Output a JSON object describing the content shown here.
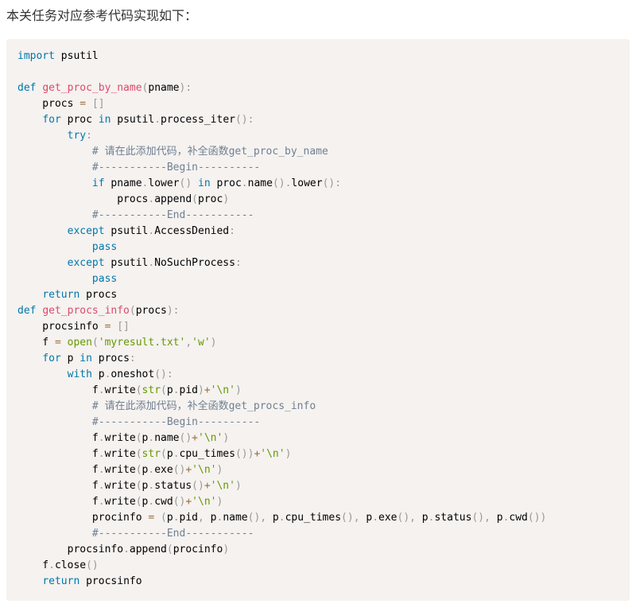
{
  "intro_text": "本关任务对应参考代码实现如下：",
  "code": {
    "language": "python",
    "lines": [
      [
        [
          "kw",
          "import"
        ],
        [
          "t",
          " psutil"
        ]
      ],
      [],
      [
        [
          "kw",
          "def"
        ],
        [
          "t",
          " "
        ],
        [
          "fn",
          "get_proc_by_name"
        ],
        [
          "pn",
          "("
        ],
        [
          "t",
          "pname"
        ],
        [
          "pn",
          "):"
        ]
      ],
      [
        [
          "t",
          "    procs "
        ],
        [
          "op",
          "="
        ],
        [
          "t",
          " "
        ],
        [
          "pn",
          "[]"
        ]
      ],
      [
        [
          "t",
          "    "
        ],
        [
          "kw",
          "for"
        ],
        [
          "t",
          " proc "
        ],
        [
          "kw",
          "in"
        ],
        [
          "t",
          " psutil"
        ],
        [
          "pn",
          "."
        ],
        [
          "t",
          "process_iter"
        ],
        [
          "pn",
          "():"
        ]
      ],
      [
        [
          "t",
          "        "
        ],
        [
          "kw",
          "try"
        ],
        [
          "pn",
          ":"
        ]
      ],
      [
        [
          "t",
          "            "
        ],
        [
          "cm",
          "# 请在此添加代码，补全函数get_proc_by_name"
        ]
      ],
      [
        [
          "t",
          "            "
        ],
        [
          "cm",
          "#-----------Begin----------"
        ]
      ],
      [
        [
          "t",
          "            "
        ],
        [
          "kw",
          "if"
        ],
        [
          "t",
          " pname"
        ],
        [
          "pn",
          "."
        ],
        [
          "t",
          "lower"
        ],
        [
          "pn",
          "()"
        ],
        [
          "t",
          " "
        ],
        [
          "kw",
          "in"
        ],
        [
          "t",
          " proc"
        ],
        [
          "pn",
          "."
        ],
        [
          "t",
          "name"
        ],
        [
          "pn",
          "()."
        ],
        [
          "t",
          "lower"
        ],
        [
          "pn",
          "():"
        ]
      ],
      [
        [
          "t",
          "                procs"
        ],
        [
          "pn",
          "."
        ],
        [
          "t",
          "append"
        ],
        [
          "pn",
          "("
        ],
        [
          "t",
          "proc"
        ],
        [
          "pn",
          ")"
        ]
      ],
      [
        [
          "t",
          "            "
        ],
        [
          "cm",
          "#-----------End-----------"
        ]
      ],
      [
        [
          "t",
          "        "
        ],
        [
          "kw",
          "except"
        ],
        [
          "t",
          " psutil"
        ],
        [
          "pn",
          "."
        ],
        [
          "t",
          "AccessDenied"
        ],
        [
          "pn",
          ":"
        ]
      ],
      [
        [
          "t",
          "            "
        ],
        [
          "kw",
          "pass"
        ]
      ],
      [
        [
          "t",
          "        "
        ],
        [
          "kw",
          "except"
        ],
        [
          "t",
          " psutil"
        ],
        [
          "pn",
          "."
        ],
        [
          "t",
          "NoSuchProcess"
        ],
        [
          "pn",
          ":"
        ]
      ],
      [
        [
          "t",
          "            "
        ],
        [
          "kw",
          "pass"
        ]
      ],
      [
        [
          "t",
          "    "
        ],
        [
          "kw",
          "return"
        ],
        [
          "t",
          " procs"
        ]
      ],
      [
        [
          "kw",
          "def"
        ],
        [
          "t",
          " "
        ],
        [
          "fn",
          "get_procs_info"
        ],
        [
          "pn",
          "("
        ],
        [
          "t",
          "procs"
        ],
        [
          "pn",
          "):"
        ]
      ],
      [
        [
          "t",
          "    procsinfo "
        ],
        [
          "op",
          "="
        ],
        [
          "t",
          " "
        ],
        [
          "pn",
          "[]"
        ]
      ],
      [
        [
          "t",
          "    f "
        ],
        [
          "op",
          "="
        ],
        [
          "t",
          " "
        ],
        [
          "bi",
          "open"
        ],
        [
          "pn",
          "("
        ],
        [
          "str",
          "'myresult.txt'"
        ],
        [
          "pn",
          ","
        ],
        [
          "str",
          "'w'"
        ],
        [
          "pn",
          ")"
        ]
      ],
      [
        [
          "t",
          "    "
        ],
        [
          "kw",
          "for"
        ],
        [
          "t",
          " p "
        ],
        [
          "kw",
          "in"
        ],
        [
          "t",
          " procs"
        ],
        [
          "pn",
          ":"
        ]
      ],
      [
        [
          "t",
          "        "
        ],
        [
          "kw",
          "with"
        ],
        [
          "t",
          " p"
        ],
        [
          "pn",
          "."
        ],
        [
          "t",
          "oneshot"
        ],
        [
          "pn",
          "():"
        ]
      ],
      [
        [
          "t",
          "            f"
        ],
        [
          "pn",
          "."
        ],
        [
          "t",
          "write"
        ],
        [
          "pn",
          "("
        ],
        [
          "bi",
          "str"
        ],
        [
          "pn",
          "("
        ],
        [
          "t",
          "p"
        ],
        [
          "pn",
          "."
        ],
        [
          "t",
          "pid"
        ],
        [
          "pn",
          ")"
        ],
        [
          "op",
          "+"
        ],
        [
          "str",
          "'\\n'"
        ],
        [
          "pn",
          ")"
        ]
      ],
      [
        [
          "t",
          "            "
        ],
        [
          "cm",
          "# 请在此添加代码，补全函数get_procs_info"
        ]
      ],
      [
        [
          "t",
          "            "
        ],
        [
          "cm",
          "#-----------Begin----------"
        ]
      ],
      [
        [
          "t",
          "            f"
        ],
        [
          "pn",
          "."
        ],
        [
          "t",
          "write"
        ],
        [
          "pn",
          "("
        ],
        [
          "t",
          "p"
        ],
        [
          "pn",
          "."
        ],
        [
          "t",
          "name"
        ],
        [
          "pn",
          "()"
        ],
        [
          "op",
          "+"
        ],
        [
          "str",
          "'\\n'"
        ],
        [
          "pn",
          ")"
        ]
      ],
      [
        [
          "t",
          "            f"
        ],
        [
          "pn",
          "."
        ],
        [
          "t",
          "write"
        ],
        [
          "pn",
          "("
        ],
        [
          "bi",
          "str"
        ],
        [
          "pn",
          "("
        ],
        [
          "t",
          "p"
        ],
        [
          "pn",
          "."
        ],
        [
          "t",
          "cpu_times"
        ],
        [
          "pn",
          "())"
        ],
        [
          "op",
          "+"
        ],
        [
          "str",
          "'\\n'"
        ],
        [
          "pn",
          ")"
        ]
      ],
      [
        [
          "t",
          "            f"
        ],
        [
          "pn",
          "."
        ],
        [
          "t",
          "write"
        ],
        [
          "pn",
          "("
        ],
        [
          "t",
          "p"
        ],
        [
          "pn",
          "."
        ],
        [
          "t",
          "exe"
        ],
        [
          "pn",
          "()"
        ],
        [
          "op",
          "+"
        ],
        [
          "str",
          "'\\n'"
        ],
        [
          "pn",
          ")"
        ]
      ],
      [
        [
          "t",
          "            f"
        ],
        [
          "pn",
          "."
        ],
        [
          "t",
          "write"
        ],
        [
          "pn",
          "("
        ],
        [
          "t",
          "p"
        ],
        [
          "pn",
          "."
        ],
        [
          "t",
          "status"
        ],
        [
          "pn",
          "()"
        ],
        [
          "op",
          "+"
        ],
        [
          "str",
          "'\\n'"
        ],
        [
          "pn",
          ")"
        ]
      ],
      [
        [
          "t",
          "            f"
        ],
        [
          "pn",
          "."
        ],
        [
          "t",
          "write"
        ],
        [
          "pn",
          "("
        ],
        [
          "t",
          "p"
        ],
        [
          "pn",
          "."
        ],
        [
          "t",
          "cwd"
        ],
        [
          "pn",
          "()"
        ],
        [
          "op",
          "+"
        ],
        [
          "str",
          "'\\n'"
        ],
        [
          "pn",
          ")"
        ]
      ],
      [
        [
          "t",
          "            procinfo "
        ],
        [
          "op",
          "="
        ],
        [
          "t",
          " "
        ],
        [
          "pn",
          "("
        ],
        [
          "t",
          "p"
        ],
        [
          "pn",
          "."
        ],
        [
          "t",
          "pid"
        ],
        [
          "pn",
          ","
        ],
        [
          "t",
          " p"
        ],
        [
          "pn",
          "."
        ],
        [
          "t",
          "name"
        ],
        [
          "pn",
          "(),"
        ],
        [
          "t",
          " p"
        ],
        [
          "pn",
          "."
        ],
        [
          "t",
          "cpu_times"
        ],
        [
          "pn",
          "(),"
        ],
        [
          "t",
          " p"
        ],
        [
          "pn",
          "."
        ],
        [
          "t",
          "exe"
        ],
        [
          "pn",
          "(),"
        ],
        [
          "t",
          " p"
        ],
        [
          "pn",
          "."
        ],
        [
          "t",
          "status"
        ],
        [
          "pn",
          "(),"
        ],
        [
          "t",
          " p"
        ],
        [
          "pn",
          "."
        ],
        [
          "t",
          "cwd"
        ],
        [
          "pn",
          "())"
        ]
      ],
      [
        [
          "t",
          "            "
        ],
        [
          "cm",
          "#-----------End-----------"
        ]
      ],
      [
        [
          "t",
          "        procsinfo"
        ],
        [
          "pn",
          "."
        ],
        [
          "t",
          "append"
        ],
        [
          "pn",
          "("
        ],
        [
          "t",
          "procinfo"
        ],
        [
          "pn",
          ")"
        ]
      ],
      [
        [
          "t",
          "    f"
        ],
        [
          "pn",
          "."
        ],
        [
          "t",
          "close"
        ],
        [
          "pn",
          "()"
        ]
      ],
      [
        [
          "t",
          "    "
        ],
        [
          "kw",
          "return"
        ],
        [
          "t",
          " procsinfo"
        ]
      ]
    ]
  }
}
